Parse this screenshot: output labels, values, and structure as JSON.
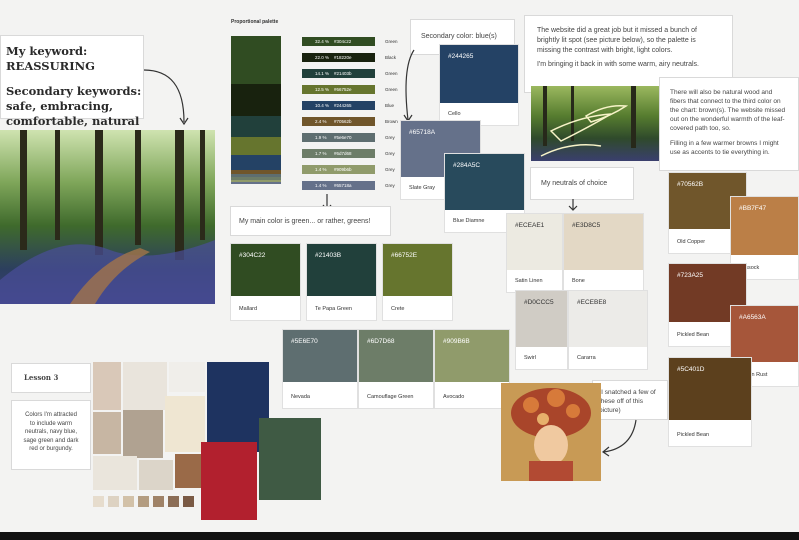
{
  "keywords": {
    "main": "My keyword: REASSURING",
    "secondary": "Secondary keywords: safe, embracing, comfortable, natural"
  },
  "palette": {
    "title": "Proportional palette",
    "rows": [
      {
        "pct": "32.4 %",
        "hex": "#304c22",
        "label": "Green",
        "color": "#304C22"
      },
      {
        "pct": "22.0 %",
        "hex": "#18220e",
        "label": "Black",
        "color": "#18220E"
      },
      {
        "pct": "14.1 %",
        "hex": "#21403b",
        "label": "Green",
        "color": "#21403B"
      },
      {
        "pct": "12.5 %",
        "hex": "#66752e",
        "label": "Green",
        "color": "#66752E"
      },
      {
        "pct": "10.4 %",
        "hex": "#244265",
        "label": "Blue",
        "color": "#244265"
      },
      {
        "pct": "2.4 %",
        "hex": "#70562b",
        "label": "Brown",
        "color": "#70562B"
      },
      {
        "pct": "1.9 %",
        "hex": "#5e6e70",
        "label": "Grey",
        "color": "#5E6E70"
      },
      {
        "pct": "1.7 %",
        "hex": "#6d7d68",
        "label": "Grey",
        "color": "#6D7D68"
      },
      {
        "pct": "1.4 %",
        "hex": "#909b6b",
        "label": "Grey",
        "color": "#909B6B"
      },
      {
        "pct": "1.4 %",
        "hex": "#65718a",
        "label": "Grey",
        "color": "#65718A"
      }
    ]
  },
  "notes": {
    "main_color": "My main color is green... or rather, greens!",
    "secondary_color": "Secondary color: blue(s)",
    "website_1": "The website did a great job but it missed a bunch of brightly lit spot (see picture below), so the palette is missing the contrast with bright, light colors.",
    "website_2": "I'm bringing it back in with some warm, airy neutrals.",
    "wood_1": "There will also be natural wood and fibers that connect to the third color on the chart: brown(s). The website missed out on the wonderful warmth of the leaf-covered path too, so.",
    "wood_2": "Filling in a few warmer browns I might use as accents to tie everything in.",
    "neutrals": "My neutrals of choice",
    "snatched": "(I snatched a few of these off of this picture)",
    "lesson": "Lesson 3",
    "attracted": "Colors I'm attracted to include warm neutrals, navy blue, sage green and dark red or burgundy."
  },
  "swatches": {
    "mallard": {
      "hex": "#304C22",
      "name": "Mallard",
      "color": "#304C22"
    },
    "tepapa": {
      "hex": "#21403B",
      "name": "Te Papa Green",
      "color": "#21403B"
    },
    "crete": {
      "hex": "#66752E",
      "name": "Crete",
      "color": "#66752E"
    },
    "nevada": {
      "hex": "#5E6E70",
      "name": "Nevada",
      "color": "#5E6E70"
    },
    "camo": {
      "hex": "#6D7D68",
      "name": "Camouflage Green",
      "color": "#6D7D68"
    },
    "avocado": {
      "hex": "#909B6B",
      "name": "Avocado",
      "color": "#909B6B"
    },
    "cello": {
      "hex": "#244265",
      "name": "Cello",
      "color": "#244265"
    },
    "slategray": {
      "hex": "#65718A",
      "name": "Slate Gray",
      "color": "#65718A"
    },
    "bluediamne": {
      "hex": "#284A5C",
      "name": "Blue Diamne",
      "color": "#284A5C"
    },
    "satinlinen": {
      "hex": "#ECEAE1",
      "name": "Satin Linen",
      "color": "#ECEAE1"
    },
    "bone": {
      "hex": "#E3D8C5",
      "name": "Bone",
      "color": "#E3D8C5"
    },
    "swirl": {
      "hex": "#D0CCC5",
      "name": "Swirl",
      "color": "#D0CCC5"
    },
    "cararra": {
      "hex": "#ECEBE8",
      "name": "Cararra",
      "color": "#ECEBE8"
    },
    "oldcopper": {
      "hex": "#70562B",
      "name": "Old Copper",
      "color": "#70562B"
    },
    "tussock": {
      "hex": "#BB7F47",
      "name": "Tussock",
      "color": "#BB7F47"
    },
    "pickledbean1": {
      "hex": "#723A25",
      "name": "Pickled Bean",
      "color": "#723A25"
    },
    "brownrust": {
      "hex": "#A6563A",
      "name": "Brown Rust",
      "color": "#A6563A"
    },
    "pickledbean2": {
      "hex": "#5C401D",
      "name": "Pickled Bean",
      "color": "#5C401D"
    }
  }
}
